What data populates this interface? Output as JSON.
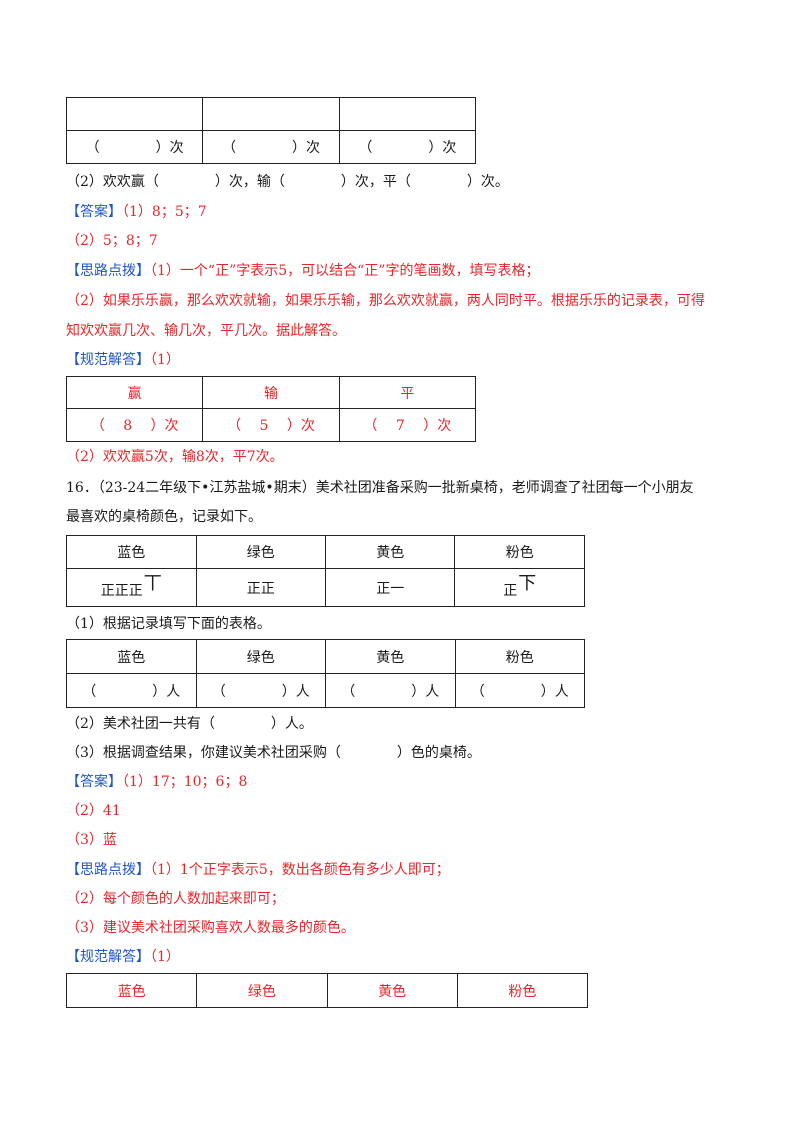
{
  "top_table": {
    "cells": [
      "（　　　　）次",
      "（　　　　）次",
      "（　　　　）次"
    ]
  },
  "q15": {
    "part2": "（2）欢欢赢（　　　　）次，输（　　　　）次，平（　　　　）次。",
    "answer_tag": "【答案】",
    "answer_1": "（1）8；5；7",
    "answer_2": "（2）5；8；7",
    "hint_tag": "【思路点拨】",
    "hint_1": "（1）一个“正”字表示5，可以结合“正”字的笔画数，填写表格；",
    "hint_2a": "（2）如果乐乐赢，那么欢欢就输，如果乐乐输，那么欢欢就赢，两人同时平。根据乐乐的记录表，可得",
    "hint_2b": "知欢欢赢几次、输几次，平几次。据此解答。",
    "solution_tag": "【规范解答】",
    "solution_1": "（1）",
    "solution_table": {
      "headers": [
        "赢",
        "输",
        "平"
      ],
      "cells": [
        "（　 8　 ）次",
        "（　 5　 ）次",
        "（　 7　 ）次"
      ]
    },
    "solution_2": "（2）欢欢赢5次，输8次，平7次。"
  },
  "q16": {
    "stem_a": "16．（23-24二年级下•江苏盐城•期末）美术社团准备采购一批新桌椅，老师调查了社团每一个小朋友",
    "stem_b": "最喜欢的桌椅颜色，记录如下。",
    "tally_table": {
      "headers": [
        "蓝色",
        "绿色",
        "黄色",
        "粉色"
      ],
      "tallies": [
        "正正正",
        "正正",
        "正一",
        "正"
      ],
      "tally_extras": [
        "丅",
        "",
        "",
        "下"
      ]
    },
    "part1": "（1）根据记录填写下面的表格。",
    "fill_table": {
      "headers": [
        "蓝色",
        "绿色",
        "黄色",
        "粉色"
      ],
      "cells": [
        "（　　　　）人",
        "（　　　　）人",
        "（　　　　）人",
        "（　　　　）人"
      ]
    },
    "part2": "（2）美术社团一共有（　　　　）人。",
    "part3": "（3）根据调查结果，你建议美术社团采购（　　　　）色的桌椅。",
    "answer_tag": "【答案】",
    "answer_1": "（1）17；10；6；8",
    "answer_2": "（2）41",
    "answer_3": "（3）蓝",
    "hint_tag": "【思路点拨】",
    "hint_1": "（1）1个正字表示5，数出各颜色有多少人即可；",
    "hint_2": "（2）每个颜色的人数加起来即可；",
    "hint_3": "（3）建议美术社团采购喜欢人数最多的颜色。",
    "solution_tag": "【规范解答】",
    "solution_1": "（1）",
    "solution_table": {
      "headers": [
        "蓝色",
        "绿色",
        "黄色",
        "粉色"
      ]
    }
  },
  "colors": {
    "red": "#e8262a",
    "blue": "#1f56c9",
    "text": "#1a1a1a"
  }
}
